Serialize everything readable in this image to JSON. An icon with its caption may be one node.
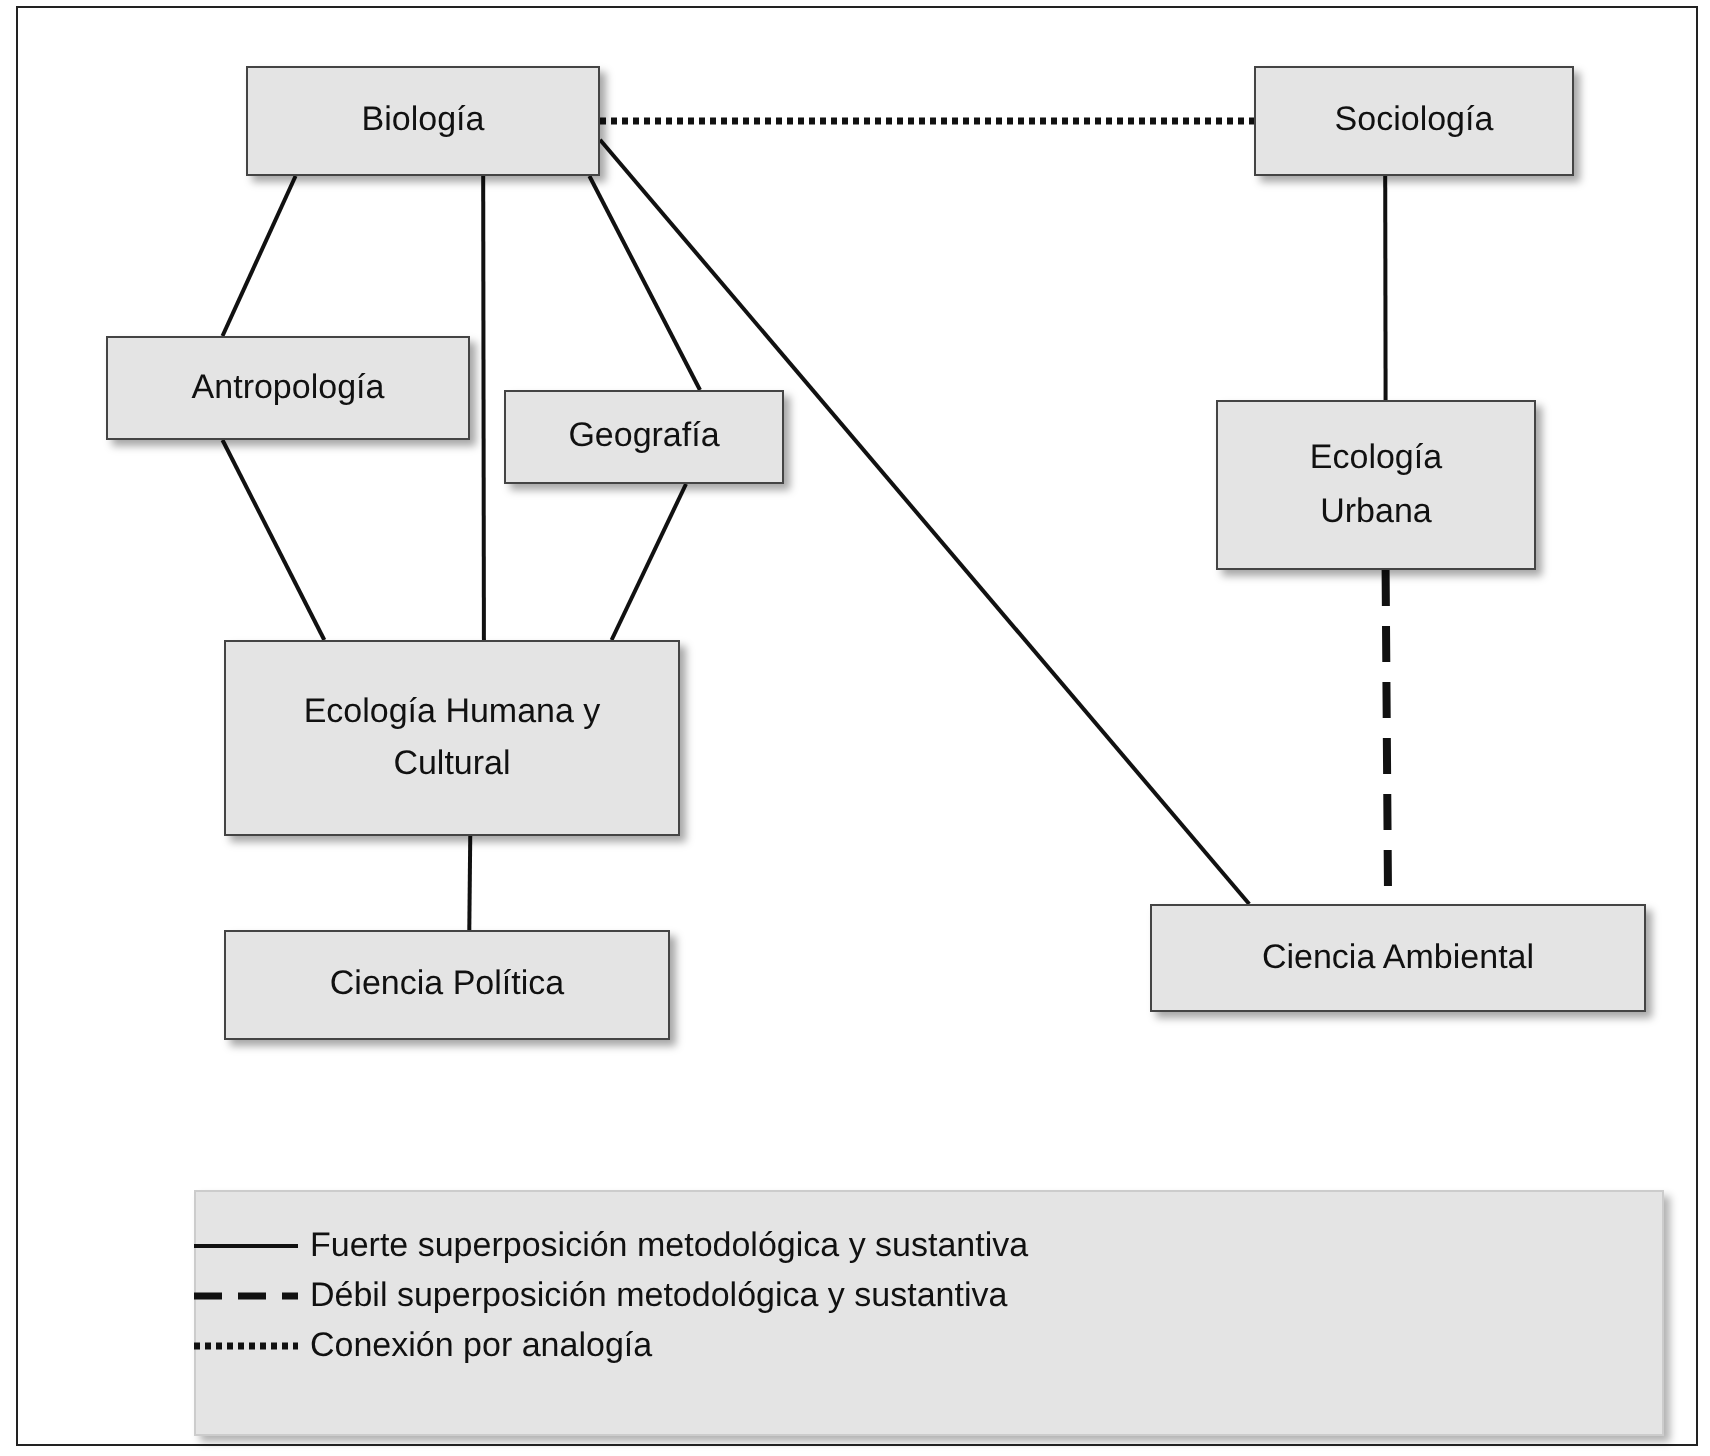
{
  "diagram": {
    "nodes": [
      {
        "text": [
          "Biología"
        ]
      },
      {
        "text": [
          "Sociología"
        ]
      },
      {
        "text": [
          "Antropología"
        ]
      },
      {
        "text": [
          "Geografía"
        ]
      },
      {
        "text": [
          "Ecología Humana y Cultural"
        ]
      },
      {
        "text": [
          "Ecología Urbana"
        ]
      },
      {
        "text": [
          "Ciencia Ambiental"
        ]
      },
      {
        "text": [
          "Ciencia Política"
        ]
      }
    ],
    "edges": [
      {
        "from": 0,
        "to": 1,
        "arrow": "none",
        "style": "dashed"
      },
      {
        "from": 0,
        "to": 2,
        "arrow": "none"
      },
      {
        "from": 0,
        "to": 4,
        "arrow": "none"
      },
      {
        "from": 0,
        "to": 3,
        "arrow": "none"
      },
      {
        "from": 0,
        "to": 6,
        "arrow": "none"
      },
      {
        "from": 2,
        "to": 4,
        "arrow": "none"
      },
      {
        "from": 3,
        "to": 4,
        "arrow": "none"
      },
      {
        "from": 1,
        "to": 5,
        "arrow": "none"
      },
      {
        "from": 5,
        "to": 6,
        "arrow": "none",
        "style": "dashed"
      },
      {
        "from": 4,
        "to": 7,
        "arrow": "none"
      }
    ],
    "legend": [
      {
        "text": "Fuerte superposición metodológica y sustantiva"
      },
      {
        "text": "Débil superposición metodológica y sustantiva"
      },
      {
        "text": "Conexión por analogía"
      }
    ]
  }
}
